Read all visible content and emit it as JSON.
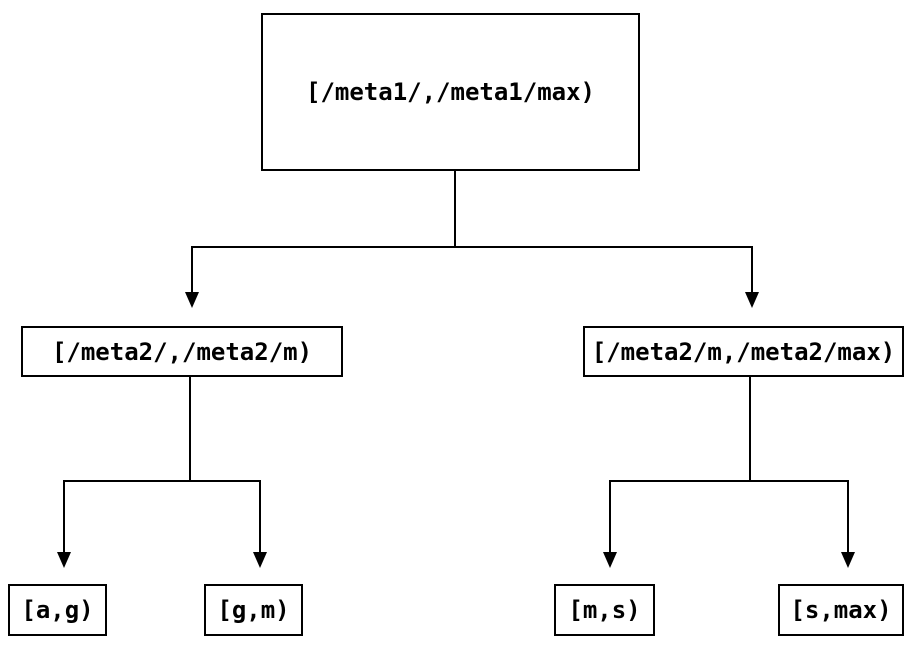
{
  "diagram": {
    "type": "interval-partition-tree",
    "colors": {
      "background": "#ffffff",
      "line": "#000000",
      "text": "#000000"
    },
    "nodes": {
      "root": {
        "label": "[/meta1/,/meta1/max)"
      },
      "left": {
        "label": "[/meta2/,/meta2/m)"
      },
      "right": {
        "label": "[/meta2/m,/meta2/max)"
      },
      "ag": {
        "label": "[a,g)"
      },
      "gm": {
        "label": "[g,m)"
      },
      "ms": {
        "label": "[m,s)"
      },
      "smax": {
        "label": "[s,max)"
      }
    },
    "edges": [
      {
        "from": "root",
        "to": "left"
      },
      {
        "from": "root",
        "to": "right"
      },
      {
        "from": "left",
        "to": "ag"
      },
      {
        "from": "left",
        "to": "gm"
      },
      {
        "from": "right",
        "to": "ms"
      },
      {
        "from": "right",
        "to": "smax"
      }
    ]
  }
}
